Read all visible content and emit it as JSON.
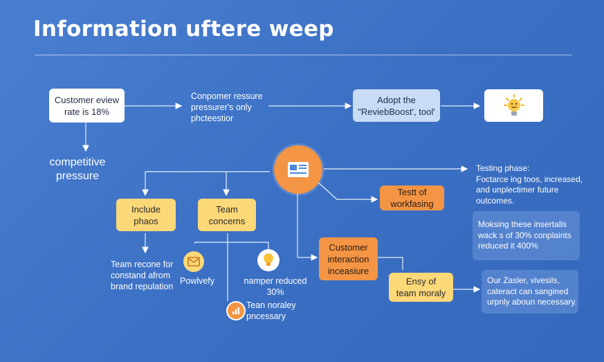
{
  "title": "Information uftere weep",
  "nodes": {
    "customer_review": "Customer eview\nrate is 18%",
    "conpomer": "Conpomer ressure\npressurer's only\nphcteestior",
    "adopt": "Adopt the\n\"ReviebBoost', tool'",
    "competitive": "competitive\npressure",
    "include": "Include\nphaos",
    "team_concerns": "Team\nconcerns",
    "testing_phase": "Testing phase:\nFoctarce ing toos, increased,\nand unplectimer future\noutcomes.",
    "test_of": "Testt of\nworkfasing",
    "moksing": "Moksing these insertalls\nwack s of 30% conplaints\nreduced it 400%",
    "team_recone": "Team recone for\nconstand afrom\nbrand repulation",
    "powlvefy": "Powlvefy",
    "namper": "namper reduced\n30%",
    "customer_interaction": "Customer\ninteraction\ninceasiure",
    "ensy": "Ensy of\nteam moraly",
    "our_zasler": "Our Zasler, vivesils,\ncateract can sangined\nurpnly aboun necessary.",
    "tean_noraley": "Tean noraley\npncessary"
  },
  "icons": {
    "bulb": "lightbulb-icon",
    "hub": "document-icon",
    "mail": "mail-icon",
    "chart": "bar-chart-icon"
  },
  "colors": {
    "background": "#3b70c4",
    "hub": "#f39545",
    "yellow": "#fbd878",
    "orange": "#f39545"
  }
}
